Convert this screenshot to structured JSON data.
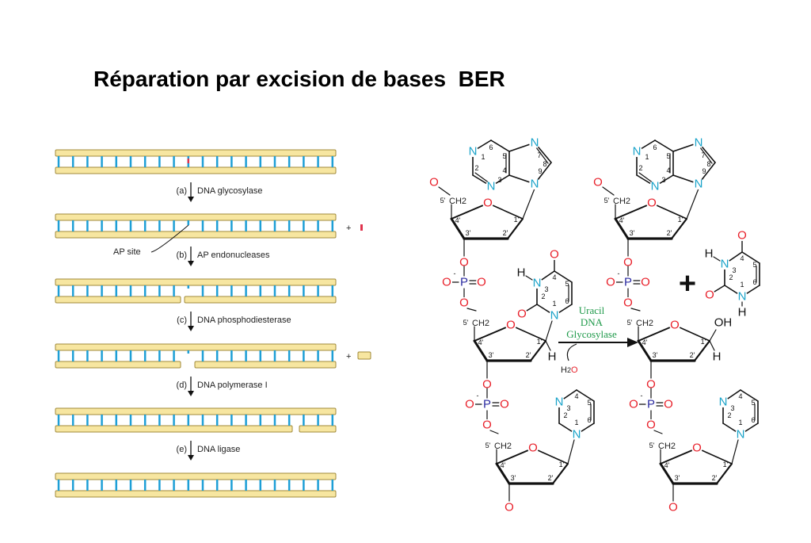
{
  "title": "Réparation par excision de bases  BER",
  "pathway": {
    "steps": [
      {
        "letter": "(a)",
        "enzyme": "DNA glycosylase"
      },
      {
        "letter": "(b)",
        "enzyme": "AP endonucleases"
      },
      {
        "letter": "(c)",
        "enzyme": "DNA phosphodiesterase"
      },
      {
        "letter": "(d)",
        "enzyme": "DNA polymerase I"
      },
      {
        "letter": "(e)",
        "enzyme": "DNA ligase"
      }
    ],
    "ap_site_label": "AP site",
    "plus": "+",
    "colors": {
      "strand": "#f7e6a0",
      "strand_border": "#a08a3a",
      "rung": "#1e9fd6",
      "damaged_base": "#e0334d"
    }
  },
  "reaction": {
    "enzyme_lines": [
      "Uracil",
      "DNA",
      "Glycosylase"
    ],
    "water": {
      "h": "H",
      "sub": "2",
      "o": "O"
    },
    "plus": "+",
    "atoms": {
      "O": "O",
      "N": "N",
      "P": "P",
      "H": "H",
      "CH2": "CH2",
      "OH": "OH",
      "charge": "-"
    },
    "sugar_numbers": [
      "1'",
      "2'",
      "3'",
      "4'",
      "5'"
    ],
    "purine_numbers": [
      "1",
      "2",
      "3",
      "4",
      "5",
      "6",
      "7",
      "8",
      "9"
    ],
    "pyrimidine_numbers": [
      "1",
      "2",
      "3",
      "4",
      "5",
      "6"
    ],
    "colors": {
      "oxygen": "#e8202a",
      "nitrogen": "#1aa3c9",
      "phosphorus": "#2a2aa0",
      "bond": "#111111"
    }
  }
}
